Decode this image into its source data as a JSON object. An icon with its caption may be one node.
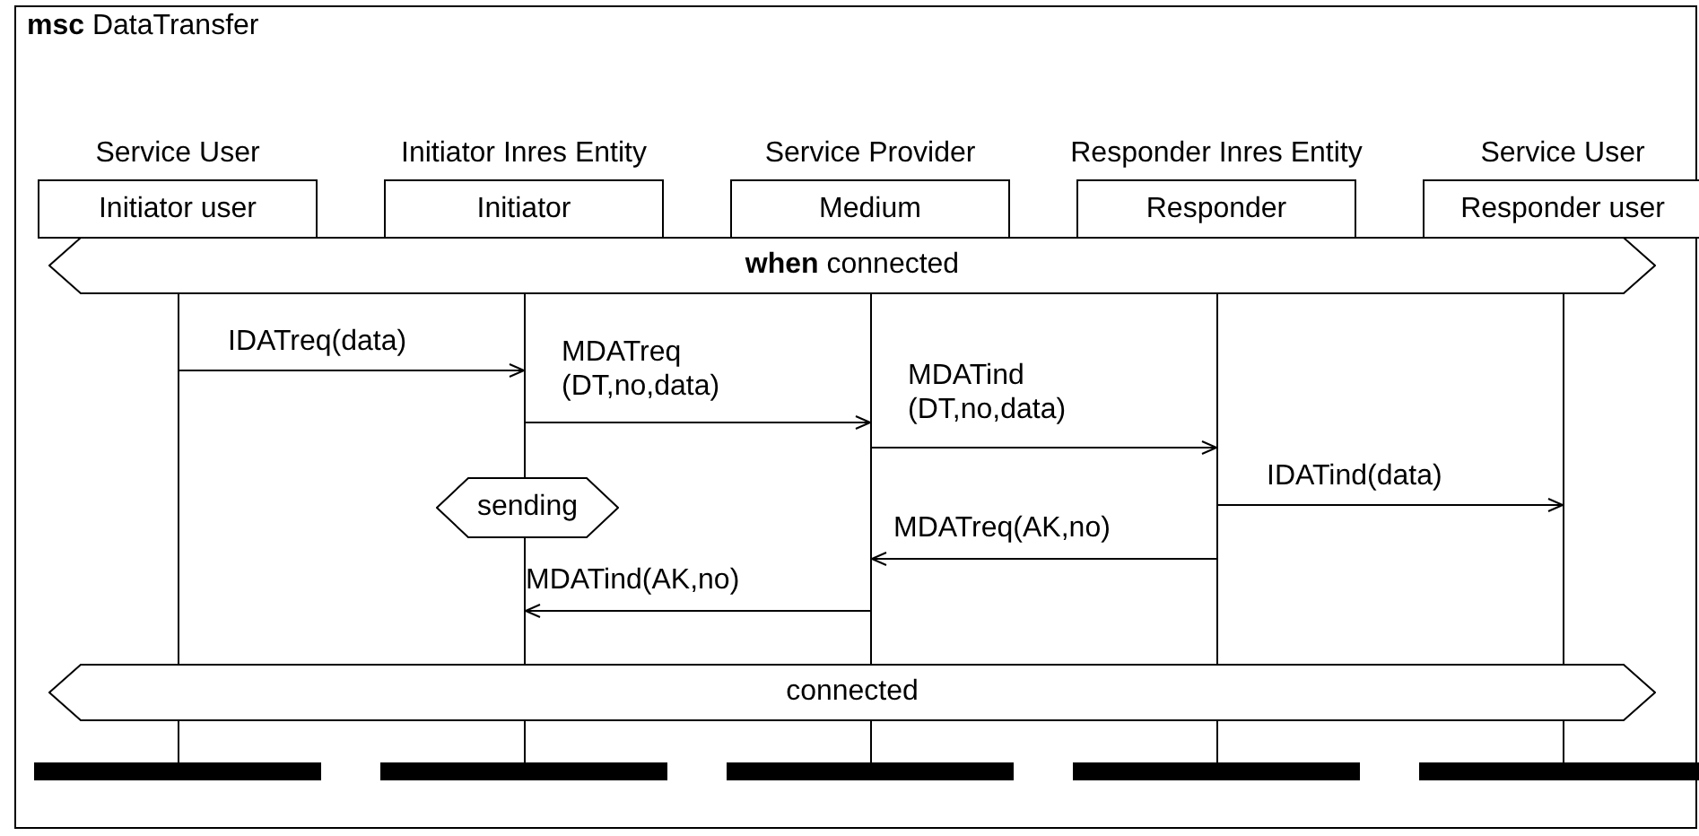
{
  "diagram": {
    "nodes": [
      {
        "text": [
          "**msc** DataTransfer"
        ]
      },
      {
        "text": [
          "Initiator user"
        ],
        "beside": [
          "Service User"
        ],
        "in": 0
      },
      {
        "text": [
          "Initiator"
        ],
        "beside": [
          "Initiator Inres Entity"
        ],
        "in": 0
      },
      {
        "text": [
          "Medium"
        ],
        "beside": [
          "Service Provider"
        ],
        "in": 0
      },
      {
        "text": [
          "Responder"
        ],
        "beside": [
          "Responder Inres Entity"
        ],
        "in": 0
      },
      {
        "text": [
          "Responder user"
        ],
        "beside": [
          "Service User"
        ],
        "in": 0
      },
      {
        "text": [
          "**when** connected"
        ],
        "in": 0
      },
      {
        "text": [],
        "shape": "line",
        "in": 0
      },
      {
        "text": [],
        "shape": "line",
        "in": 0
      },
      {
        "text": [],
        "shape": "line",
        "in": 0
      },
      {
        "text": [],
        "shape": "line",
        "in": 0
      },
      {
        "text": [],
        "shape": "line",
        "in": 0
      },
      {
        "text": [
          "sending"
        ],
        "in": 0
      },
      {
        "text": [
          "connected"
        ],
        "in": 0
      },
      {
        "text": [],
        "shape": "bar",
        "in": 0
      },
      {
        "text": [],
        "shape": "bar",
        "in": 0
      },
      {
        "text": [],
        "shape": "bar",
        "in": 0
      },
      {
        "text": [],
        "shape": "bar",
        "in": 0
      },
      {
        "text": [],
        "shape": "bar",
        "in": 0
      }
    ],
    "edges": [
      {
        "from": 7,
        "to": 8,
        "arrow": "to",
        "label": "IDATreq(data)"
      },
      {
        "from": 8,
        "to": 9,
        "arrow": "to",
        "label": "MDATreq (DT,no,data)"
      },
      {
        "from": 9,
        "to": 10,
        "arrow": "to",
        "label": "MDATind (DT,no,data)"
      },
      {
        "from": 10,
        "to": 11,
        "arrow": "to",
        "label": "IDATind(data)"
      },
      {
        "from": 10,
        "to": 9,
        "arrow": "to",
        "label": "MDATreq(AK,no)"
      },
      {
        "from": 9,
        "to": 8,
        "arrow": "to",
        "label": "MDATind(AK,no)"
      }
    ]
  }
}
